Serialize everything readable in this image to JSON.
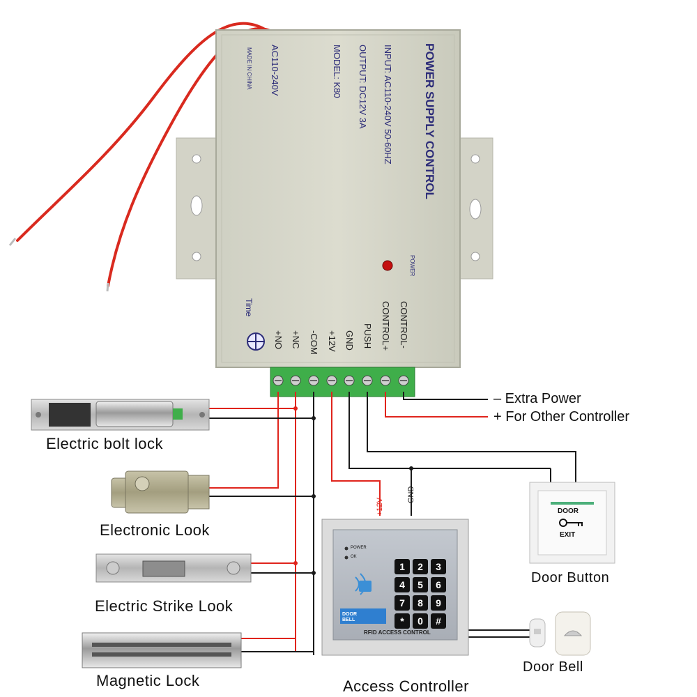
{
  "power_supply": {
    "title": "POWER SUPPLY CONTROL",
    "input": "INPUT: AC110-240V  50-60HZ",
    "output": "OUTPUT: DC12V  3A",
    "model": "MODEL: K80",
    "side_voltage": "AC110-240V",
    "made_in": "MADE IN CHINA",
    "power_led_label": "POWER",
    "time_label": "Time",
    "terminals": [
      "+NO",
      "+NC",
      "-COM",
      "+12V",
      "GND",
      "PUSH",
      "CONTROL+",
      "CONTROL-"
    ]
  },
  "right_labels": {
    "extra_power": "–  Extra Power",
    "other_controller": "+  For Other Controller"
  },
  "devices": {
    "bolt_lock": "Electric bolt lock",
    "electronic_lock": "Electronic Look",
    "strike_lock": "Electric Strike Look",
    "magnetic_lock": "Magnetic Lock",
    "access_controller": "Access Controller",
    "door_button": "Door Button",
    "door_bell": "Door Bell"
  },
  "wire_labels": {
    "plus12v": "+12V",
    "gnd": "GND"
  },
  "door_button_face": {
    "door": "DOOR",
    "exit": "EXIT"
  },
  "keypad": {
    "keys": [
      "1",
      "2",
      "3",
      "4",
      "5",
      "6",
      "7",
      "8",
      "9",
      "*",
      "0",
      "#"
    ],
    "brand": "RFID ACCESS CONTROL",
    "power_ind": "POWER",
    "ok_ind": "OK",
    "bell_label": "DOOR BELL"
  },
  "colors": {
    "red_wire": "#e0241c",
    "black_wire": "#1a1a1a",
    "box": "#d8d8cc",
    "terminal_green": "#3fae4a"
  }
}
